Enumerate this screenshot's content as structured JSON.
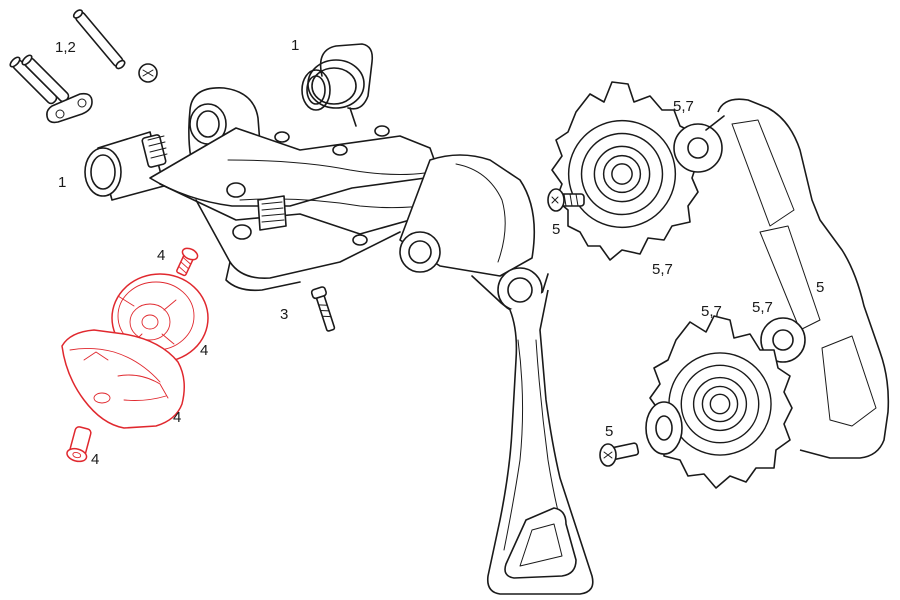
{
  "diagram": {
    "colors": {
      "line": "#1a1a1a",
      "highlight": "#e0282e",
      "background": "#ffffff"
    },
    "callouts": {
      "c_1_2": "1,2",
      "c_1_top": "1",
      "c_1_left": "1",
      "c_4_bolt": "4",
      "c_4_disc": "4",
      "c_4_cover": "4",
      "c_4_nut": "4",
      "c_3": "3",
      "c_5_bolt_top": "5",
      "c_5_7_top": "5,7",
      "c_5_7_mid": "5,7",
      "c_5_cage": "5",
      "c_5_7_a": "5,7",
      "c_5_7_b": "5,7",
      "c_5_bolt_bottom": "5"
    }
  }
}
